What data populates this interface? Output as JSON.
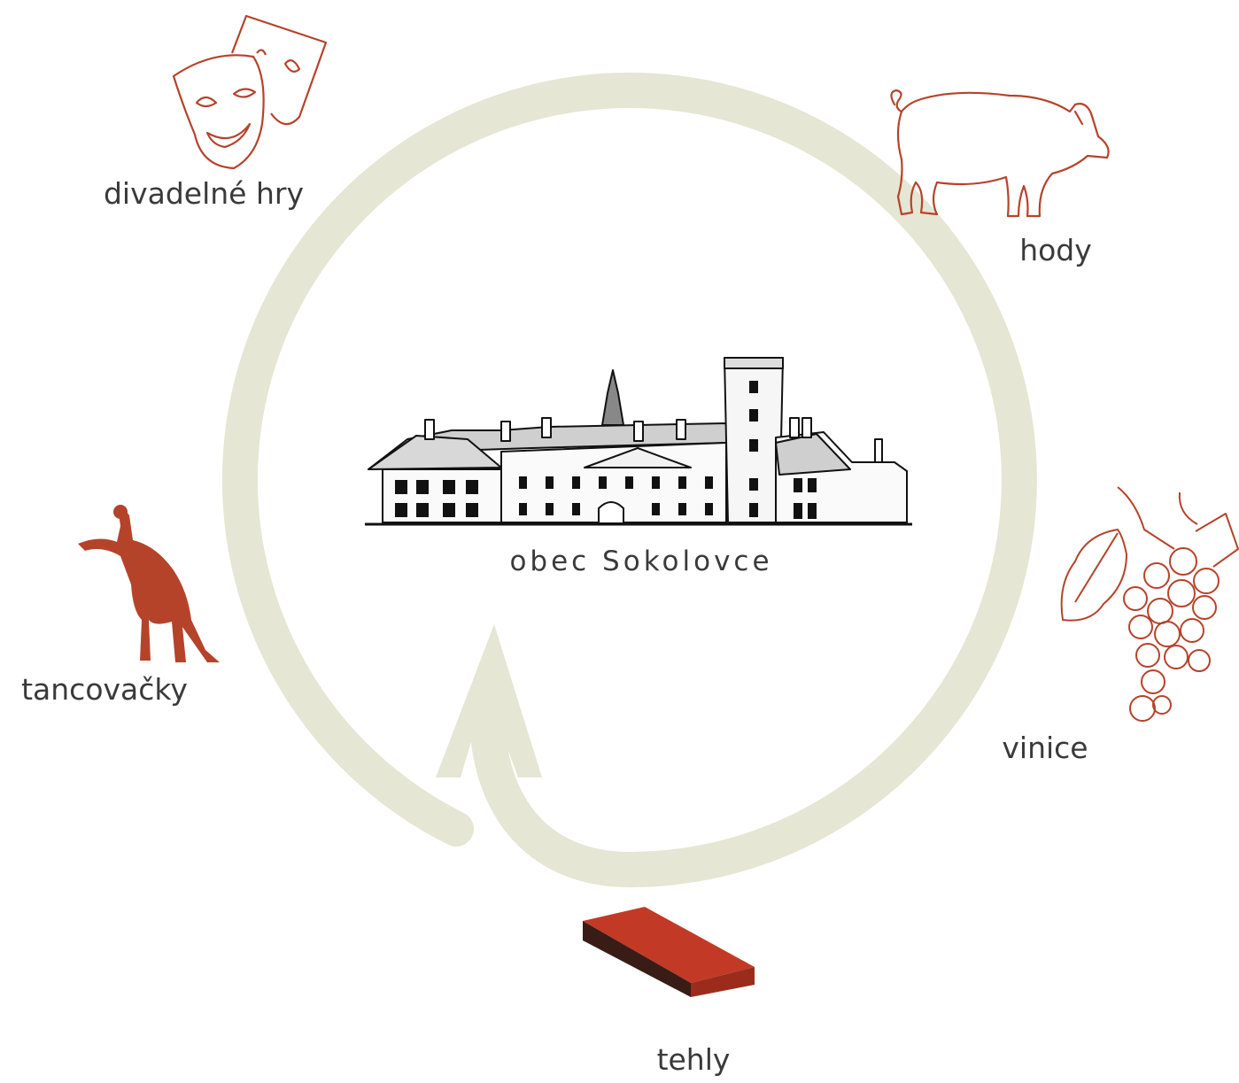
{
  "center": {
    "label": "obec Sokolovce",
    "illustration": "manor-house-with-tower"
  },
  "items": [
    {
      "id": "theatre",
      "label": "divadelné hry",
      "icon": "theatre-masks-icon"
    },
    {
      "id": "feast",
      "label": "hody",
      "icon": "pig-icon"
    },
    {
      "id": "vineyard",
      "label": "vinice",
      "icon": "grapes-icon"
    },
    {
      "id": "brick",
      "label": "tehly",
      "icon": "brick-icon"
    },
    {
      "id": "dance",
      "label": "tancovačky",
      "icon": "dancers-icon"
    }
  ],
  "colors": {
    "cycle": "#e5e6d3",
    "accent": "#b5432a",
    "brick_top": "#c23a26",
    "brick_side": "#3a1c16",
    "text": "#3a3a3a"
  }
}
